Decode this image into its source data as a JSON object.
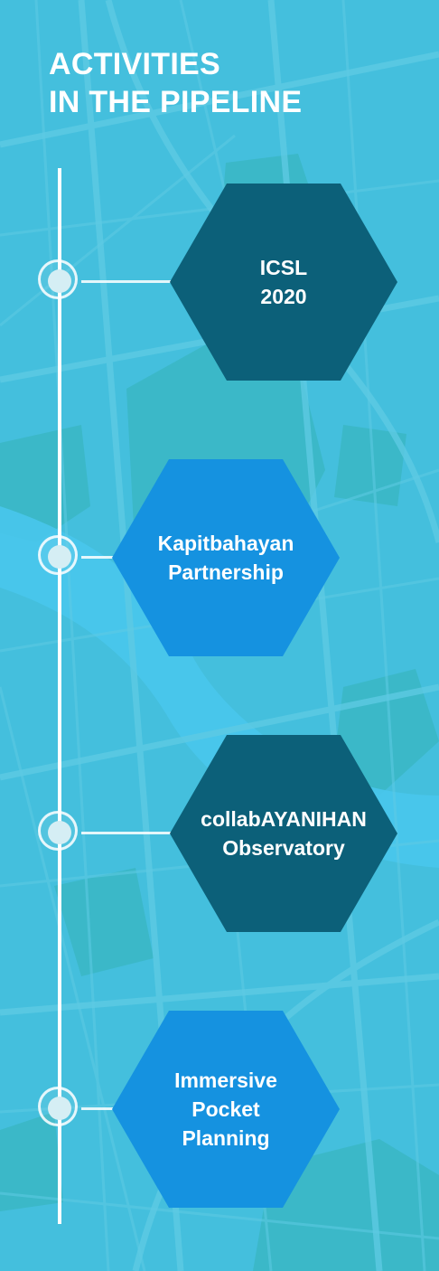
{
  "title": {
    "line1": "ACTIVITIES",
    "line2": "IN THE PIPELINE"
  },
  "colors": {
    "background": "#44bfdd",
    "dark_hexagon": "#0c6079",
    "bright_hexagon": "#1592e0",
    "text": "#ffffff"
  },
  "activities": [
    {
      "label": "ICSL\n2020"
    },
    {
      "label": "Kapitbahayan\nPartnership"
    },
    {
      "label": "collabAYANIHAN\nObservatory"
    },
    {
      "label": "Immersive\nPocket\nPlanning"
    }
  ]
}
